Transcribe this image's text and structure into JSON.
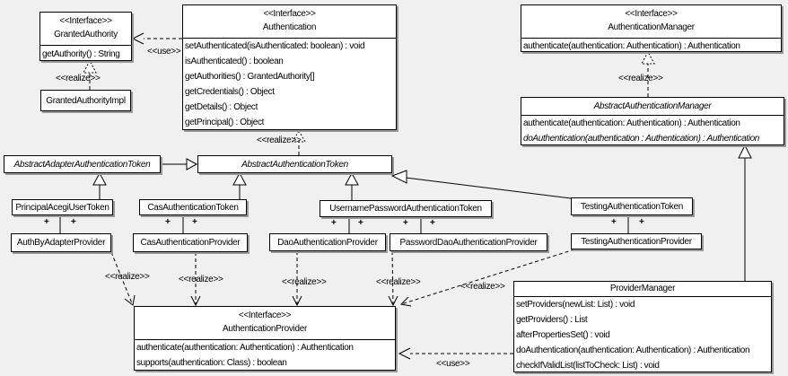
{
  "colors": {
    "canvas_bg": "#f0f0f0",
    "box_bg": "#ffffff",
    "line": "#000000",
    "shadow": "#999999"
  },
  "labels": {
    "use": "<<use>>",
    "realize": "<<realize>>",
    "plus": "+"
  },
  "classes": {
    "granted_authority": {
      "stereotype": "<<Interface>>",
      "name": "GrantedAuthority",
      "methods": [
        "getAuthority() : String"
      ]
    },
    "granted_authority_impl": {
      "name": "GrantedAuthorityImpl"
    },
    "authentication": {
      "stereotype": "<<Interface>>",
      "name": "Authentication",
      "methods": [
        "setAuthenticated(isAuthenticated: boolean) : void",
        "isAuthenticated() : boolean",
        "getAuthorities() : GrantedAuthority[]",
        "getCredentials() : Object",
        "getDetails() : Object",
        "getPrincipal() : Object"
      ]
    },
    "authentication_manager": {
      "stereotype": "<<Interface>>",
      "name": "AuthenticationManager",
      "methods": [
        "authenticate(authentication: Authentication) : Authentication"
      ]
    },
    "abstract_authentication_manager": {
      "name": "AbstractAuthenticationManager",
      "methods": [
        "authenticate(authentication: Authentication) : Authentication",
        "doAuthentication(authentication : Authentication) : Authentication"
      ]
    },
    "abstract_adapter_authentication_token": {
      "name": "AbstractAdapterAuthenticationToken"
    },
    "abstract_authentication_token": {
      "name": "AbstractAuthenticationToken"
    },
    "principal_acegi_user_token": {
      "name": "PrincipalAcegiUserToken"
    },
    "cas_authentication_token": {
      "name": "CasAuthenticationToken"
    },
    "username_password_authentication_token": {
      "name": "UsernamePasswordAuthenticationToken"
    },
    "testing_authentication_token": {
      "name": "TestingAuthenticationToken"
    },
    "auth_by_adapter_provider": {
      "name": "AuthByAdapterProvider"
    },
    "cas_authentication_provider": {
      "name": "CasAuthenticationProvider"
    },
    "dao_authentication_provider": {
      "name": "DaoAuthenticationProvider"
    },
    "password_dao_authentication_provider": {
      "name": "PasswordDaoAuthenticationProvider"
    },
    "testing_authentication_provider": {
      "name": "TestingAuthenticationProvider"
    },
    "authentication_provider": {
      "stereotype": "<<Interface>>",
      "name": "AuthenticationProvider",
      "methods": [
        "authenticate(authentication: Authentication) : Authentication",
        "supports(authentication: Class) : boolean"
      ]
    },
    "provider_manager": {
      "name": "ProviderManager",
      "methods": [
        "setProviders(newList: List) : void",
        "getProviders() : List",
        "afterPropertiesSet() : void",
        "doAuthentication(authentication: Authentication) : Authentication",
        "checkIfValidList(listToCheck: List) : void"
      ]
    }
  }
}
